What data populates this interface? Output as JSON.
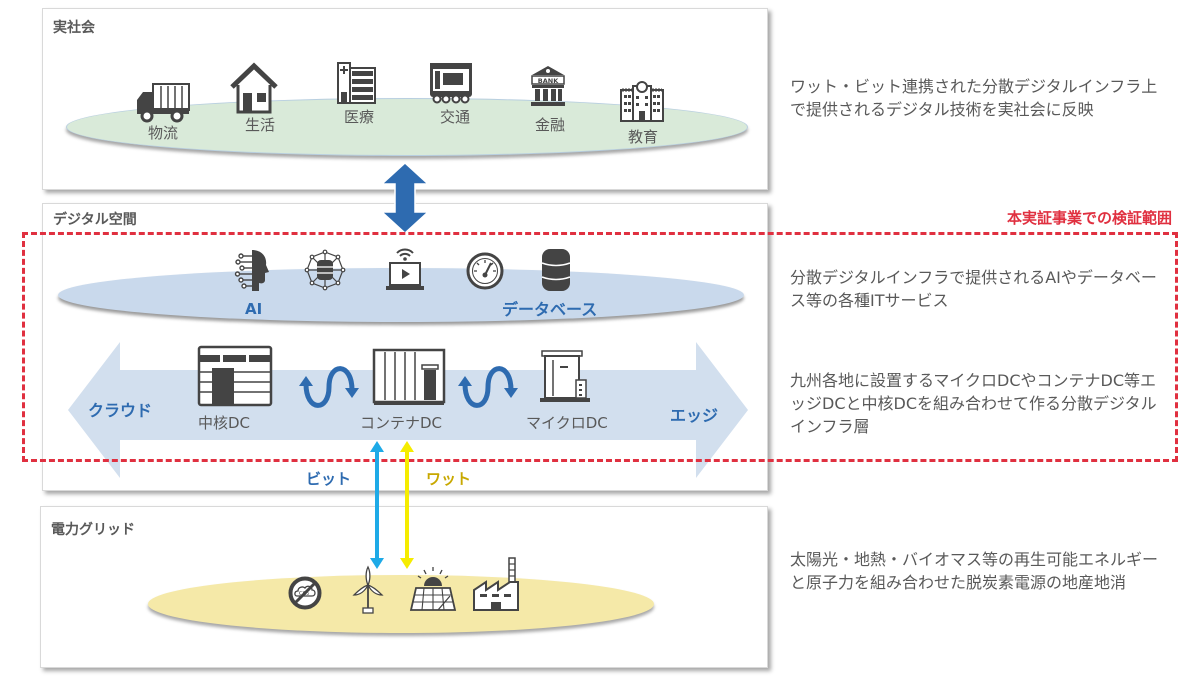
{
  "layers": {
    "real_society": {
      "title": "実社会",
      "items": [
        {
          "label": "物流",
          "icon": "truck-icon"
        },
        {
          "label": "生活",
          "icon": "house-icon"
        },
        {
          "label": "医療",
          "icon": "hospital-icon"
        },
        {
          "label": "交通",
          "icon": "train-icon"
        },
        {
          "label": "金融",
          "icon": "bank-icon",
          "icon_text": "BANK"
        },
        {
          "label": "教育",
          "icon": "school-icon"
        }
      ],
      "description": "ワット・ビット連携された分散デジタルインフラ上で提供されるデジタル技術を実社会に反映"
    },
    "digital_space": {
      "title": "デジタル空間",
      "services": {
        "icons": [
          "ai-head-icon",
          "database-network-icon",
          "laptop-streaming-icon",
          "speedometer-icon",
          "database-icon"
        ],
        "ai_label": "AI",
        "db_label": "データベース",
        "description": "分散デジタルインフラで提供されるAIやデータベース等の各種ITサービス"
      },
      "infra": {
        "left_label": "クラウド",
        "right_label": "エッジ",
        "dcs": [
          {
            "label": "中核DC",
            "icon": "core-dc-icon"
          },
          {
            "label": "コンテナDC",
            "icon": "container-dc-icon"
          },
          {
            "label": "マイクロDC",
            "icon": "micro-dc-icon"
          }
        ],
        "description": "九州各地に設置するマイクロDCやコンテナDC等エッジDCと中核DCを組み合わせて作る分散デジタルインフラ層"
      }
    },
    "power_grid": {
      "title": "電力グリッド",
      "icons": [
        "no-co2-icon",
        "wind-turbine-icon",
        "solar-panel-icon",
        "factory-icon"
      ],
      "description": "太陽光・地熱・バイオマス等の再生可能エネルギーと原子力を組み合わせた脱炭素電源の地産地消"
    }
  },
  "verification_scope_label": "本実証事業での検証範囲",
  "connectors": {
    "bit_label": "ビット",
    "watt_label": "ワット"
  },
  "colors": {
    "scope_red": "#e03040",
    "accent_blue": "#2e6bb0",
    "bit_blue": "#1eaae7",
    "watt_yellow": "#ffff00",
    "watt_label": "#c8a800",
    "society_green": "#d9ead9",
    "service_blue": "#c9d9ec",
    "grid_yellow": "#f5e9a8"
  }
}
